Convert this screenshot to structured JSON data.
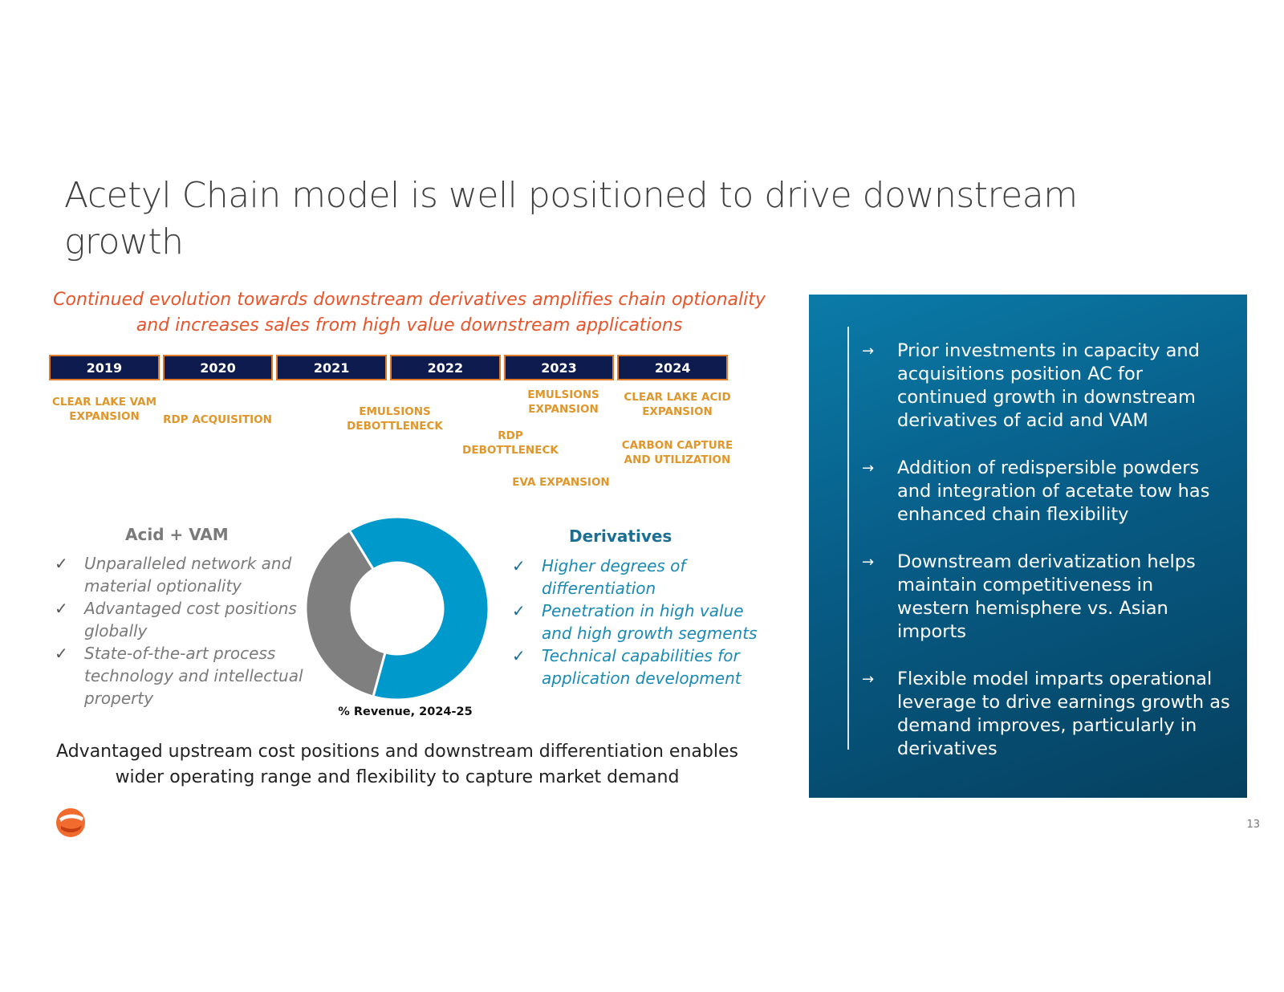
{
  "slide": {
    "title": "Acetyl Chain model is well positioned to drive downstream growth",
    "subtitle": "Continued evolution towards downstream derivatives amplifies chain optionality and increases sales from high value downstream applications",
    "page_number": "13"
  },
  "timeline": {
    "years": [
      "2019",
      "2020",
      "2021",
      "2022",
      "2023",
      "2024"
    ],
    "events": [
      "CLEAR LAKE VAM\nEXPANSION",
      "RDP ACQUISITION",
      "EMULSIONS\nDEBOTTLENECK",
      "RDP\nDEBOTTLENECK",
      "EMULSIONS\nEXPANSION",
      "EVA EXPANSION",
      "CLEAR LAKE ACID\nEXPANSION",
      "CARBON CAPTURE\nAND UTILIZATION"
    ]
  },
  "acid_vam": {
    "heading": "Acid + VAM",
    "items": [
      "Unparalleled network and material optionality",
      "Advantaged cost positions globally",
      "State-of-the-art  process technology and intellectual property"
    ]
  },
  "derivatives": {
    "heading": "Derivatives",
    "items": [
      "Higher degrees of differentiation",
      "Penetration in high value and high growth segments",
      "Technical capabilities for application development"
    ]
  },
  "check_glyph": "✓",
  "chart_data": {
    "type": "pie",
    "title": "% Revenue, 2024-25",
    "hole": true,
    "slices": [
      {
        "name": "Derivatives",
        "value": 63,
        "color": "#0099cc"
      },
      {
        "name": "Acid + VAM",
        "value": 37,
        "color": "#7f7f7f"
      }
    ]
  },
  "bottom_note": "Advantaged upstream cost positions and downstream differentiation enables wider operating range and flexibility to capture market demand",
  "panel": {
    "arrow_glyph": "→",
    "bullets": [
      "Prior investments in capacity and acquisitions position AC for continued growth in downstream derivatives of acid and VAM",
      "Addition of redispersible powders and integration of acetate tow has enhanced chain flexibility",
      "Downstream derivatization helps maintain competitiveness in western hemisphere vs. Asian imports",
      "Flexible model imparts operational leverage to drive earnings growth as demand improves, particularly in derivatives"
    ]
  },
  "colors": {
    "accent_orange": "#e8542a",
    "event_gold": "#e0962a",
    "navy": "#0d1b4f",
    "teal": "#0099cc",
    "gray": "#7f7f7f"
  }
}
